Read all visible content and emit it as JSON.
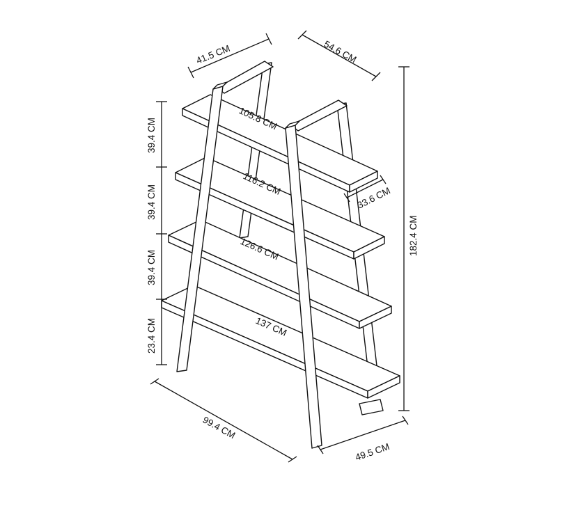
{
  "labels": {
    "top_depth": "41.5 CM",
    "top_width": "54.6 CM",
    "height_total": "182.4 CM",
    "shelf1_width": "105.8 CM",
    "shelf2_width": "116.2 CM",
    "shelf3_width": "126.6 CM",
    "shelf4_width": "137 CM",
    "shelf_depth": "33.6 CM",
    "gap1": "39.4 CM",
    "gap2": "39.4 CM",
    "gap3": "39.4 CM",
    "gap_bottom": "23.4 CM",
    "base_width": "99.4 CM",
    "base_depth": "49.5 CM"
  }
}
